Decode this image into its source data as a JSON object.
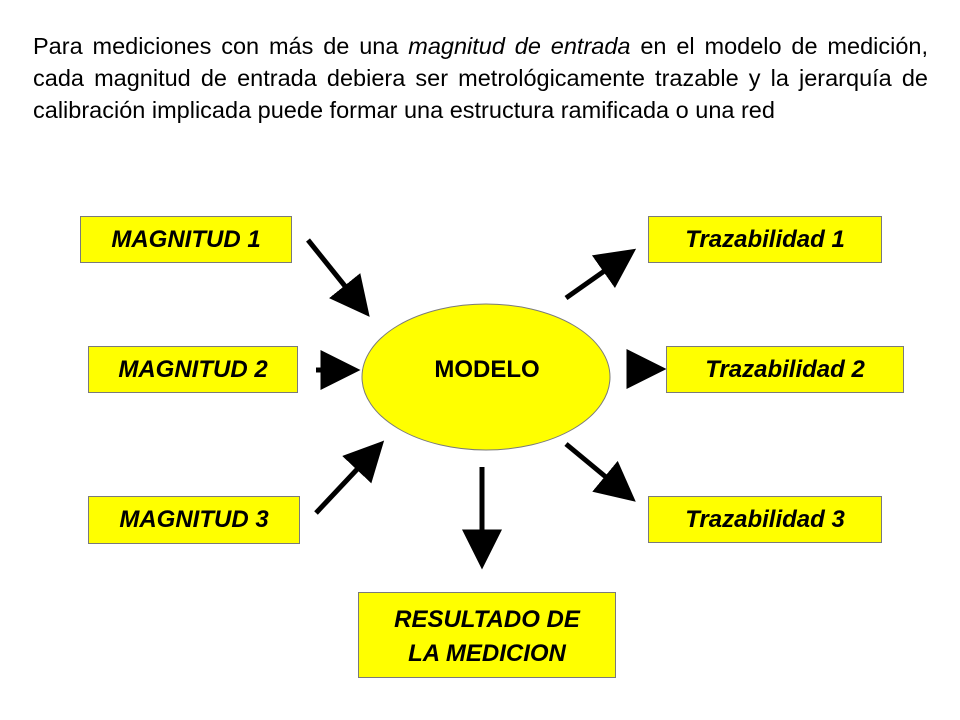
{
  "paragraph": {
    "part1": "Para   mediciones con más de una  ",
    "emphasis": "magnitud de entrada",
    "part2": " en el modelo de medición, cada magnitud de entrada debiera ser metrológicamente trazable y la jerarquía de calibración implicada puede formar una estructura ramificada o una red"
  },
  "inputs": [
    "MAGNITUD 1",
    "MAGNITUD 2",
    "MAGNITUD 3"
  ],
  "outputs": [
    "Trazabilidad 1",
    "Trazabilidad 2",
    "Trazabilidad 3"
  ],
  "center": {
    "label": "MODELO"
  },
  "result": {
    "line1": "RESULTADO DE",
    "line2": "LA MEDICION"
  },
  "colors": {
    "box_fill": "#ffff00",
    "arrow": "#000000",
    "border": "#7a7a7a"
  }
}
